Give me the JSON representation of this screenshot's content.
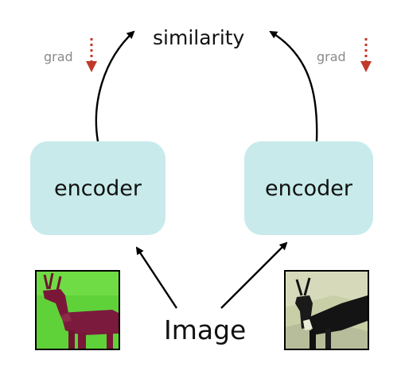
{
  "top_label": "similarity",
  "bottom_label": "Image",
  "left_encoder": "encoder",
  "right_encoder": "encoder",
  "left_grad": "grad",
  "right_grad": "grad",
  "colors": {
    "encoder_fill": "#c8eaea",
    "grad_arrow": "#c0392b",
    "arrows": "#000000",
    "grad_text": "#8a8a8a"
  },
  "thumbnails": {
    "left": "antelope-crop-green-background",
    "right": "antelope-crop-dark-grayscale"
  }
}
